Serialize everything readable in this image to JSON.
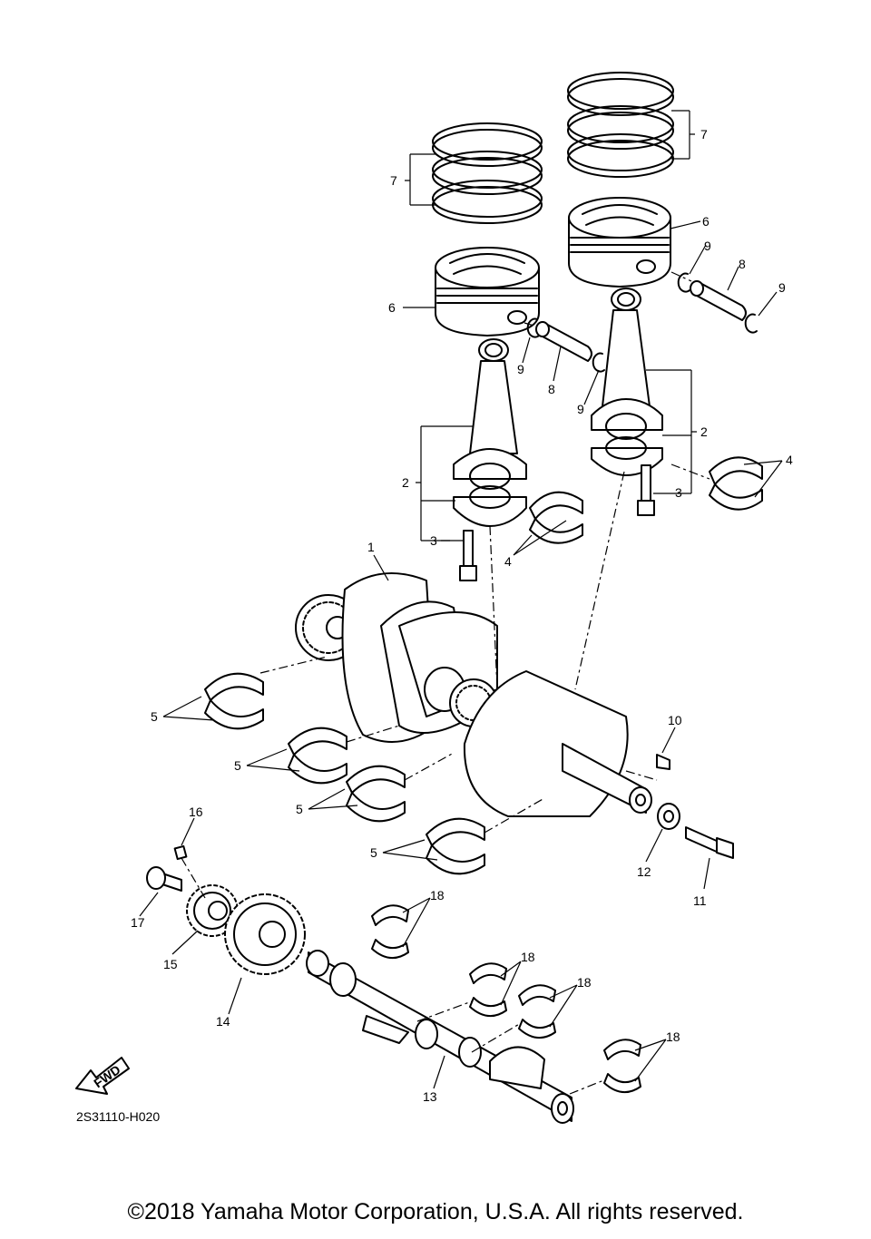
{
  "diagram": {
    "drawing_code": "2S31110-H020",
    "fwd_label": "FWD",
    "callouts": {
      "c1": "1",
      "c2a": "2",
      "c2b": "2",
      "c3a": "3",
      "c3b": "3",
      "c4a": "4",
      "c4b": "4",
      "c5a": "5",
      "c5b": "5",
      "c5c": "5",
      "c5d": "5",
      "c6a": "6",
      "c6b": "6",
      "c7a": "7",
      "c7b": "7",
      "c8a": "8",
      "c8b": "8",
      "c9a": "9",
      "c9b": "9",
      "c9c": "9",
      "c9d": "9",
      "c10": "10",
      "c11": "11",
      "c12": "12",
      "c13": "13",
      "c14": "14",
      "c15": "15",
      "c16": "16",
      "c17": "17",
      "c18a": "18",
      "c18b": "18",
      "c18c": "18",
      "c18d": "18"
    }
  },
  "footer": {
    "copyright": "©2018 Yamaha Motor Corporation, U.S.A. All rights reserved."
  }
}
